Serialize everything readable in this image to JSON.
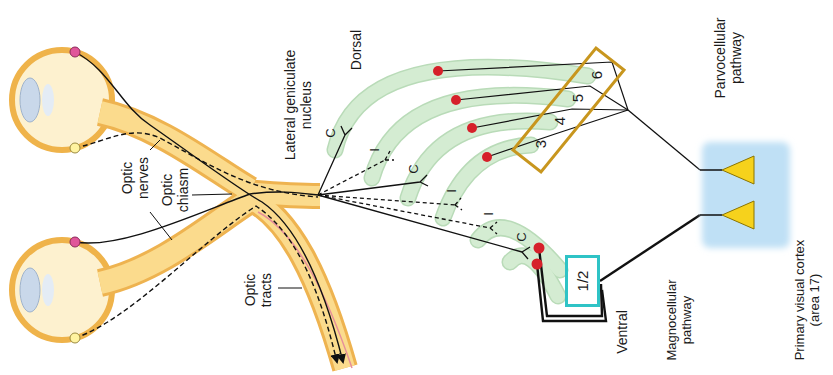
{
  "diagram": {
    "nodes": [
      {
        "text": [
          "6",
          "5",
          "4",
          "3"
        ]
      },
      {
        "text": [
          "1/2"
        ]
      },
      {
        "text": [
          "Primary visual cortex (area 17)"
        ]
      }
    ],
    "edges": [
      {
        "from": 0,
        "to": 2,
        "arrow": "none"
      },
      {
        "from": 1,
        "to": 2,
        "arrow": "none"
      }
    ],
    "labels": [
      "Optic nerves",
      "Optic chiasm",
      "Optic tracts",
      "Lateral geniculate nucleus",
      "Dorsal",
      "Ventral",
      "C",
      "I",
      "C",
      "I",
      "I",
      "C",
      "Parvocellular pathway",
      "Magnocellular pathway"
    ]
  }
}
